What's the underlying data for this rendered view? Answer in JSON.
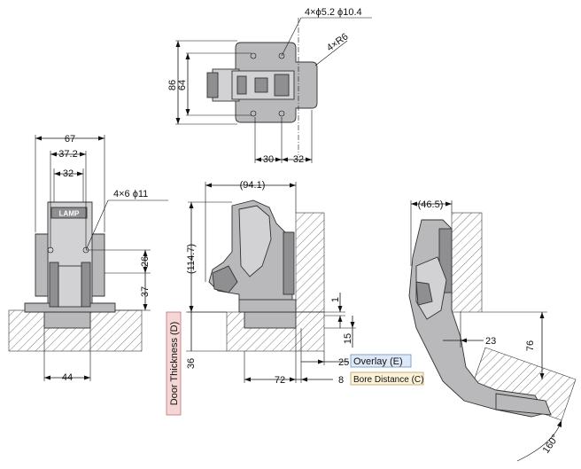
{
  "top_view": {
    "hole_spec": "4×ϕ5.2  ϕ10.4",
    "radius": "4×R6",
    "height_outer": "86",
    "height_inner": "64",
    "width_left": "30",
    "width_right": "32"
  },
  "front_view": {
    "width_outer": "67",
    "width_mid": "37.2",
    "width_inner": "32",
    "hole_spec": "4×6  ϕ11",
    "height_upper": "26",
    "height_lower": "37",
    "width_bottom": "44",
    "logo": "LAMP"
  },
  "side_view": {
    "depth": "(94.1)",
    "height": "(114.7)",
    "gap": "1",
    "thickness_offset": "15",
    "door_36": "36",
    "d72": "72",
    "d25": "25",
    "d8": "8"
  },
  "open_view": {
    "depth": "(46.5)",
    "d23": "23",
    "d76": "76",
    "angle": "160°"
  },
  "labels": {
    "door_thickness": "Door Thickness (D)",
    "overlay": "Overlay (E)",
    "bore_distance": "Bore Distance (C)"
  },
  "colors": {
    "door_label_bg": "#f4d6d6",
    "door_label_border": "#c07070",
    "overlay_bg": "#dde9f7",
    "overlay_border": "#6d8fc0",
    "bore_bg": "#fbf2d8",
    "bore_border": "#b8a26a"
  }
}
